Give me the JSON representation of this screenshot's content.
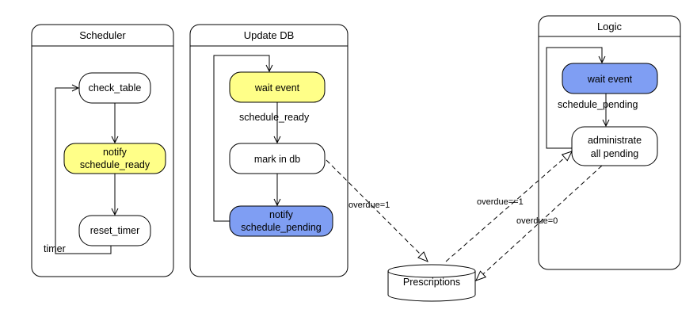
{
  "lanes": {
    "scheduler": "Scheduler",
    "update_db": "Update DB",
    "logic": "Logic"
  },
  "nodes": {
    "check_table": "check_table",
    "notify_ready_line1": "notify",
    "notify_ready_line2": "schedule_ready",
    "reset_timer": "reset_timer",
    "wait_event_db": "wait event",
    "mark_in_db": "mark in db",
    "notify_pending_line1": "notify",
    "notify_pending_line2": "schedule_pending",
    "wait_event_logic": "wait event",
    "administrate_line1": "administrate",
    "administrate_line2": "all pending",
    "prescriptions": "Prescriptions"
  },
  "edge_labels": {
    "timer": "timer",
    "schedule_ready": "schedule_ready",
    "schedule_pending": "schedule_pending",
    "overdue_1_left": "overdue=1",
    "overdue_eq_eq_1": "overdue==1",
    "overdue_0": "overdue=0"
  },
  "colors": {
    "yellow": "#ffff88",
    "blue": "#7f9ef3",
    "white": "#ffffff"
  }
}
